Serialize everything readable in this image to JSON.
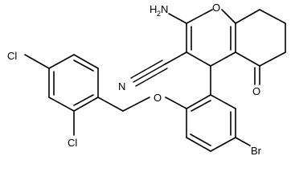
{
  "atoms": {
    "h2n": "H",
    "h2n_sub": "2",
    "h2n_n": "N",
    "o_ring": "O",
    "n_nitrile": "N",
    "o_ketone": "O",
    "o_ether": "O",
    "cl_top": "Cl",
    "cl_bottom": "Cl",
    "br": "Br"
  }
}
